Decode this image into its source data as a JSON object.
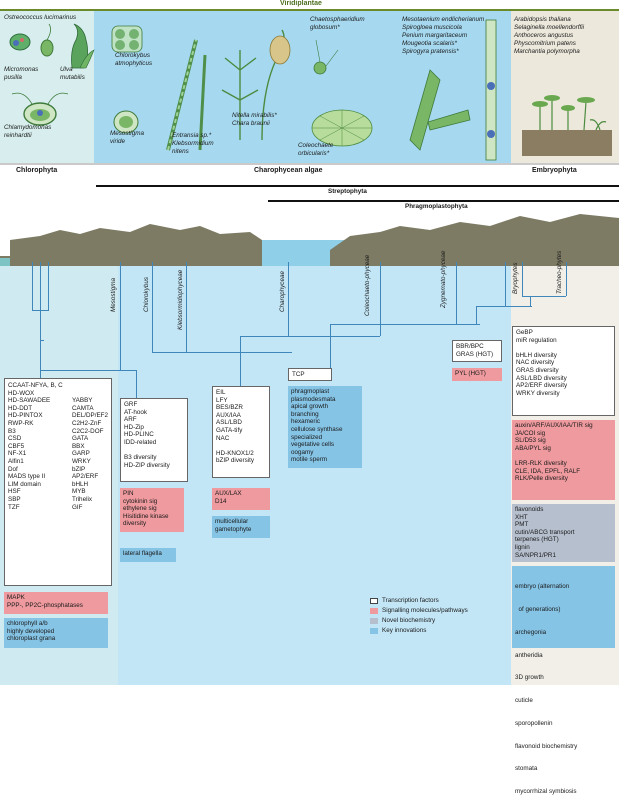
{
  "header": {
    "viridiplantae": "Viridiplantae"
  },
  "panels": {
    "chlorophyta": {
      "label": "Chlorophyta",
      "species": [
        "Ostreococcus lucimarinus",
        "Micromonas pusilla",
        "Ulva mutabilis",
        "Chlamydomonas reinhardtii"
      ]
    },
    "charophycean": {
      "label": "Charophycean algae",
      "species": [
        "Chlorokybus atmophyticus",
        "Mesostigma viride",
        "Entransia sp.*",
        "Klebsormidium nitens",
        "Nitella mirabilis*",
        "Chara braunii",
        "Chaetosphaeridium globosum*",
        "Coleochaete orbicularis*",
        "Mesotaenium endlicherianum",
        "Spirogloea muscicola",
        "Penium margaritaceum",
        "Mougeotia scalaris*",
        "Spirogyra pratensis*"
      ]
    },
    "embryophyta": {
      "label": "Embryophyta",
      "species": [
        "Arabidopsis thaliana",
        "Selaginella moellendorffii",
        "Anthoceros angustus",
        "Physcomitrium patens",
        "Marchantia polymorpha"
      ]
    }
  },
  "brackets": {
    "streptophyta": "Streptophyta",
    "phragmoplastophyta": "Phragmoplastophyta"
  },
  "clades": [
    "Mesostigma",
    "Chlorokybus",
    "Klebsormidiophyceae",
    "Charophyceae",
    "Coleochaeto-phyceae",
    "Zygnemato-phyceae",
    "Bryophytes",
    "Tracheo-phytes"
  ],
  "boxes": {
    "chloro_tf": {
      "col1": [
        "CCAAT-NFYA, B, C",
        "HD-WOX",
        "HD-SAWADEE",
        "HD-DDT",
        "HD-PINTOX",
        "RWP-RK",
        "B3",
        "CSD",
        "CBF5",
        "NF-X1",
        "Alfin1",
        "Dof",
        "MADS type II",
        "LIM domain",
        "HSF",
        "SBP",
        "TZF"
      ],
      "col2": [
        "",
        "",
        "YABBY",
        "CAMTA",
        "DEL/DP/EF2",
        "C2H2-ZnF",
        "C2C2-DOF",
        "GATA",
        "BBX",
        "GARP",
        "WRKY",
        "bZIP",
        "AP2/ERF",
        "bHLH",
        "MYB",
        "Trihelix",
        "GIF"
      ]
    },
    "chloro_sig": [
      "MAPK",
      "PPP-, PP2C-phosphatases"
    ],
    "chloro_key": [
      "chlorophyll a/b",
      "highly developed",
      "chloroplast grana"
    ],
    "meso_tf": [
      "GRF",
      "AT-hook",
      "ARF",
      "HD-Zip",
      "HD-PLINC",
      "IDD-related",
      "",
      "B3 diversity",
      "HD-ZIP diversity"
    ],
    "meso_sig": [
      "PIN",
      "cytokinin sig",
      "ethylene sig",
      "Hisitidine kinase",
      "diversity"
    ],
    "meso_key": [
      "lateral flagella"
    ],
    "kleb_tf": [
      "EIL",
      "LFY",
      "BES/BZR",
      "AUX/IAA",
      "ASL/LBD",
      "GATA-tify",
      "NAC",
      "",
      "HD-KNOX1/2",
      "bZIP diversity"
    ],
    "kleb_sig": [
      "AUX/LAX",
      "D14"
    ],
    "kleb_key": [
      "multicellular",
      "gametophyte"
    ],
    "chara_tf": [
      "TCP"
    ],
    "chara_key": [
      "phragmoplast",
      "plasmodesmata",
      "apical growth",
      "branching",
      "hexameric",
      "cellulose synthase",
      "specialized",
      "vegetative cells",
      "oogamy",
      "motile sperm"
    ],
    "zyg_tf": [
      "BBR/BPC",
      "GRAS (HGT)"
    ],
    "zyg_sig": [
      "PYL (HGT)"
    ],
    "embryo_tf": [
      "GeBP",
      "miR regulation",
      "",
      "bHLH diversity",
      "NAC diversity",
      "GRAS diversity",
      "ASL/LBD diversity",
      "AP2/ERF diversity",
      "WRKY diversity"
    ],
    "embryo_sig": [
      "auxin/ARF/AUX/IAA/TIR sig",
      "JA/COI sig",
      "SL/D53 sig",
      "ABA/PYL sig",
      "",
      "LRR-RLK diversity",
      "CLE, IDA, EPFL, RALF",
      "RLK/Pelle diversity"
    ],
    "embryo_bio": [
      "flavonoids",
      "XHT",
      "PMT",
      "cutin/ABCG transport",
      "terpenes (HGT)",
      "lignin",
      "SA/NPR1/PR1"
    ],
    "embryo_key": [
      "embryo (alternation",
      "  of generations)",
      "archegonia",
      "antheridia",
      "3D growth",
      "cuticle",
      "sporopollenin",
      "flavonoid biochemistry",
      "stomata",
      "mycorrhizal symbiosis"
    ]
  },
  "legend": [
    "Transcription factors",
    "Signalling molecules/pathways",
    "Novel biochemistry",
    "Key innovations"
  ],
  "colors": {
    "chloro_bg": "#d8eeee",
    "charo_bg": "#9dd6ef",
    "embryo_bg": "#ece8dc",
    "tree_line": "#3f86bb",
    "terrain": "#7d7b64",
    "sig": "#ee9a9e",
    "bio": "#b6bfcd",
    "key": "#86c4e6"
  }
}
